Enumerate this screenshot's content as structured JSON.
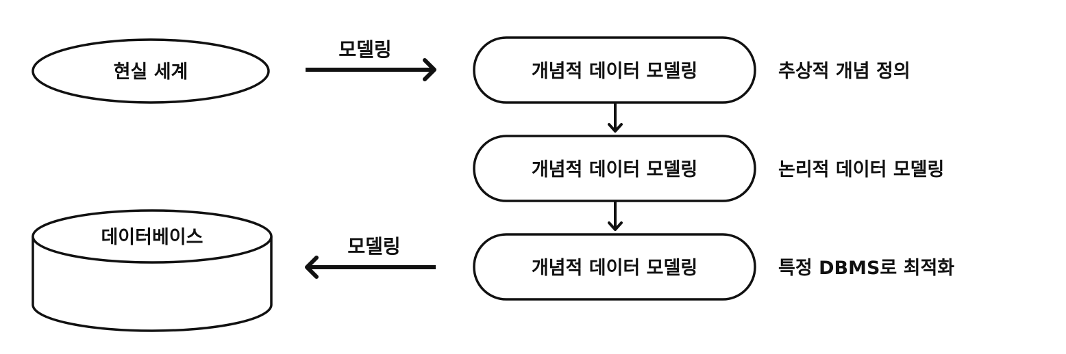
{
  "nodes": {
    "real_world": "현실 세계",
    "database": "데이터베이스",
    "step1": "개념적 데이터 모델링",
    "step2": "개념적 데이터 모델링",
    "step3": "개념적 데이터 모델링"
  },
  "edges": {
    "top_arrow_label": "모델링",
    "bottom_arrow_label": "모델링"
  },
  "annotations": {
    "step1_note": "추상적 개념 정의",
    "step2_note": "논리적 데이터 모델링",
    "step3_note": "특정 DBMS로 최적화"
  },
  "colors": {
    "stroke": "#111111",
    "fill": "#ffffff"
  }
}
